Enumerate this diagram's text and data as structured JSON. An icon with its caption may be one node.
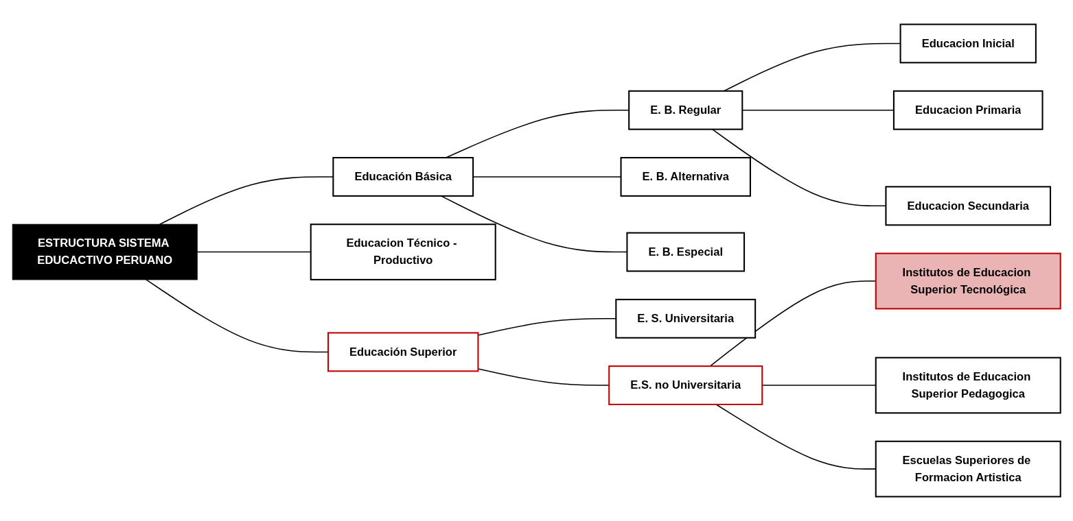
{
  "diagram": {
    "nodes": [
      {
        "text": [
          "ESTRUCTURA SISTEMA EDUCACTIVO PERUANO"
        ]
      },
      {
        "text": [
          "Educación Básica"
        ]
      },
      {
        "text": [
          "E. B. Regular"
        ]
      },
      {
        "text": [
          "Educacion Inicial"
        ]
      },
      {
        "text": [
          "Educacion Primaria"
        ]
      },
      {
        "text": [
          "Educacion Secundaria"
        ]
      },
      {
        "text": [
          "E. B. Alternativa"
        ]
      },
      {
        "text": [
          "E. B. Especial"
        ]
      },
      {
        "text": [
          "Educacion Técnico - Productivo"
        ]
      },
      {
        "text": [
          "Educación Superior"
        ]
      },
      {
        "text": [
          "E. S. Universitaria"
        ]
      },
      {
        "text": [
          "E.S. no Universitaria"
        ]
      },
      {
        "text": [
          "Institutos de Educacion Superior Tecnológica"
        ]
      },
      {
        "text": [
          "Institutos de Educacion Superior Pedagogica"
        ]
      },
      {
        "text": [
          "Escuelas Superiores de Formacion Artistica"
        ]
      }
    ],
    "edges": [
      {
        "from": 0,
        "to": 1,
        "arrow": "none"
      },
      {
        "from": 0,
        "to": 8,
        "arrow": "none"
      },
      {
        "from": 0,
        "to": 9,
        "arrow": "none"
      },
      {
        "from": 1,
        "to": 2,
        "arrow": "none"
      },
      {
        "from": 1,
        "to": 6,
        "arrow": "none"
      },
      {
        "from": 1,
        "to": 7,
        "arrow": "none"
      },
      {
        "from": 9,
        "to": 10,
        "arrow": "none"
      },
      {
        "from": 9,
        "to": 11,
        "arrow": "none"
      },
      {
        "from": 2,
        "to": 3,
        "arrow": "none"
      },
      {
        "from": 2,
        "to": 4,
        "arrow": "none"
      },
      {
        "from": 2,
        "to": 5,
        "arrow": "none"
      },
      {
        "from": 11,
        "to": 12,
        "arrow": "none"
      },
      {
        "from": 11,
        "to": 13,
        "arrow": "none"
      },
      {
        "from": 11,
        "to": 14,
        "arrow": "none"
      }
    ]
  }
}
